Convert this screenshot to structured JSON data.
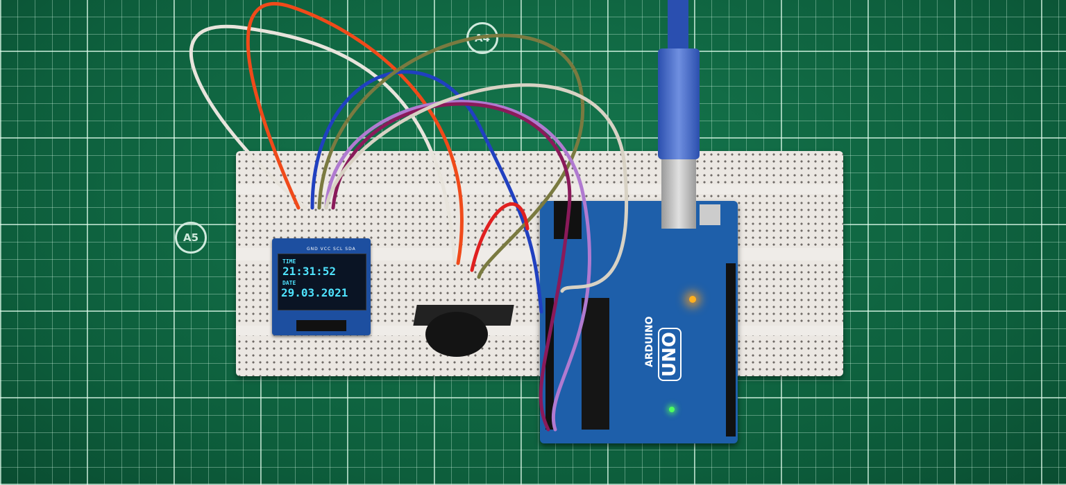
{
  "mat": {
    "labels": [
      "A4",
      "A5"
    ],
    "color": "#0f6b45"
  },
  "oled": {
    "pin_labels": "GND VCC SCL SDA",
    "time_label": "TIME",
    "time_value": "21:31:52",
    "date_label": "DATE",
    "date_value": "29.03.2021",
    "text_color": "#4fe3ff"
  },
  "arduino": {
    "brand": "ARDUINO",
    "model": "UNO",
    "board_color": "#1e5faa"
  }
}
